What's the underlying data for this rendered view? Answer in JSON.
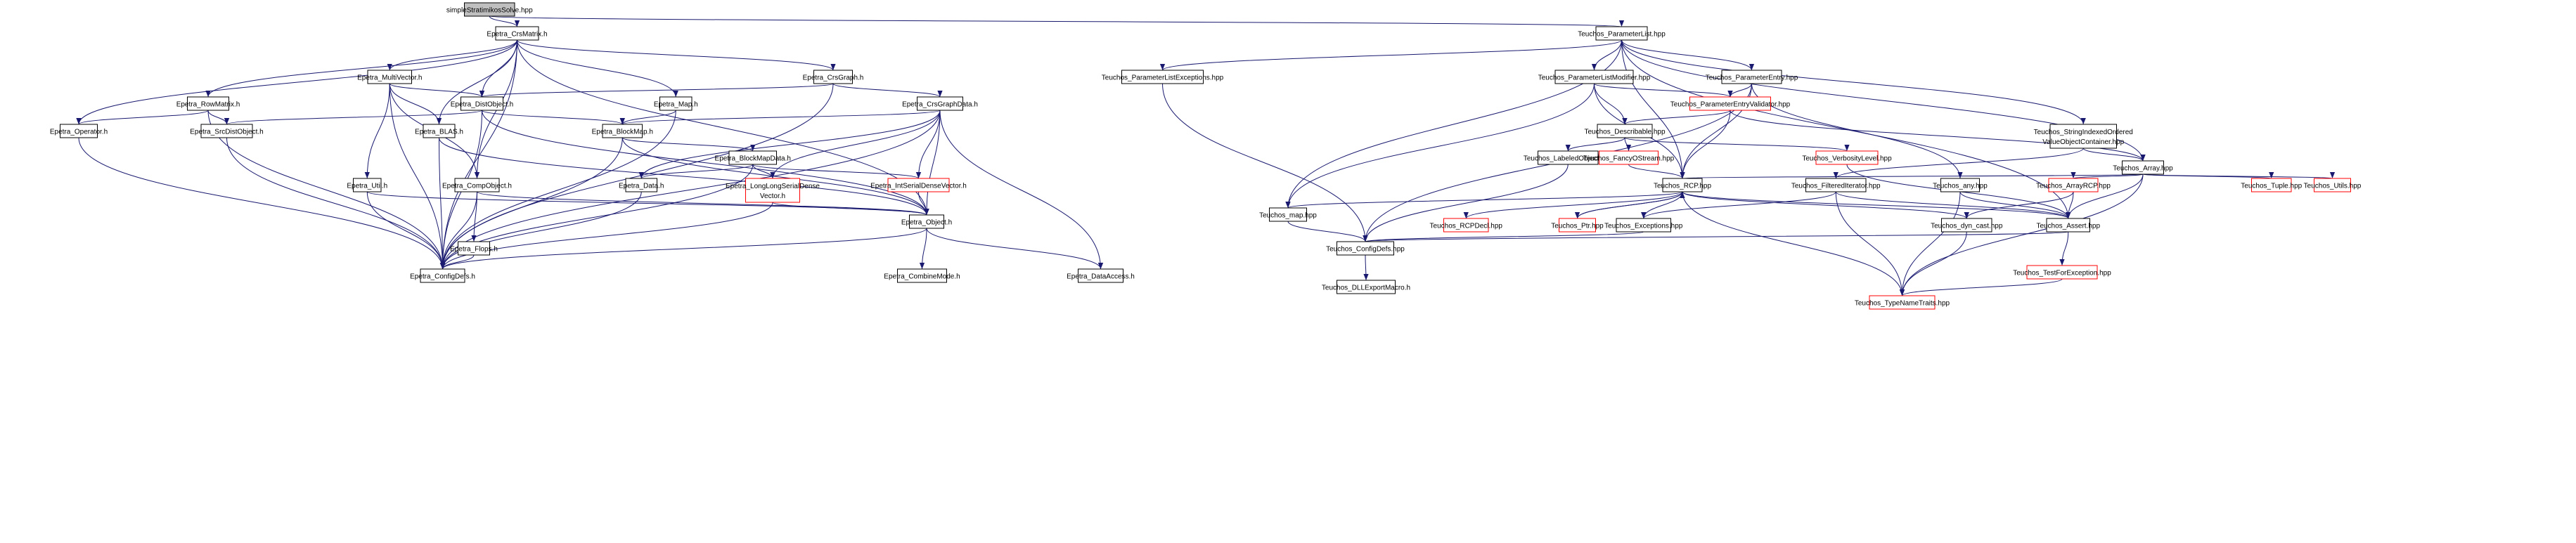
{
  "colors": {
    "edge": "#191970",
    "node_border": "#000000",
    "missing_border": "#ff0000",
    "root_fill": "#bfbfbf",
    "background": "#ffffff"
  },
  "nodes": {
    "root": {
      "label": "simpleStratimikosSolve.hpp"
    },
    "epetra_crsmatrix": {
      "label": "Epetra_CrsMatrix.h"
    },
    "teuchos_parameterlist": {
      "label": "Teuchos_ParameterList.hpp"
    },
    "epetra_multivector": {
      "label": "Epetra_MultiVector.h"
    },
    "epetra_crsgraph": {
      "label": "Epetra_CrsGraph.h"
    },
    "epetra_rowmatrix": {
      "label": "Epetra_RowMatrix.h"
    },
    "epetra_distobject": {
      "label": "Epetra_DistObject.h"
    },
    "epetra_map": {
      "label": "Epetra_Map.h"
    },
    "epetra_crsgraphdata": {
      "label": "Epetra_CrsGraphData.h"
    },
    "epetra_operator": {
      "label": "Epetra_Operator.h"
    },
    "epetra_srcdistobject": {
      "label": "Epetra_SrcDistObject.h"
    },
    "epetra_blas": {
      "label": "Epetra_BLAS.h"
    },
    "epetra_blockmap": {
      "label": "Epetra_BlockMap.h"
    },
    "epetra_blockmapdata": {
      "label": "Epetra_BlockMapData.h"
    },
    "epetra_util": {
      "label": "Epetra_Util.h"
    },
    "epetra_compobject": {
      "label": "Epetra_CompObject.h"
    },
    "epetra_data": {
      "label": "Epetra_Data.h"
    },
    "epetra_longlong": {
      "line1": "Epetra_LongLongSerialDense",
      "line2": "Vector.h"
    },
    "epetra_intserial": {
      "label": "Epetra_IntSerialDenseVector.h"
    },
    "epetra_object": {
      "label": "Epetra_Object.h"
    },
    "epetra_flops": {
      "label": "Epetra_Flops.h"
    },
    "epetra_configdefs": {
      "label": "Epetra_ConfigDefs.h"
    },
    "epetra_combinemode": {
      "label": "Epetra_CombineMode.h"
    },
    "epetra_dataaccess": {
      "label": "Epetra_DataAccess.h"
    },
    "teuchos_plexceptions": {
      "label": "Teuchos_ParameterListExceptions.hpp"
    },
    "teuchos_plmodifier": {
      "label": "Teuchos_ParameterListModifier.hpp"
    },
    "teuchos_paramentry": {
      "label": "Teuchos_ParameterEntry.hpp"
    },
    "teuchos_entryvalidator": {
      "label": "Teuchos_ParameterEntryValidator.hpp"
    },
    "teuchos_describable": {
      "label": "Teuchos_Describable.hpp"
    },
    "teuchos_stringindexed": {
      "line1": "Teuchos_StringIndexedOrdered",
      "line2": "ValueObjectContainer.hpp"
    },
    "teuchos_labeledobject": {
      "label": "Teuchos_LabeledObject.hpp"
    },
    "teuchos_fancyostream": {
      "label": "Teuchos_FancyOStream.hpp"
    },
    "teuchos_verbositylevel": {
      "label": "Teuchos_VerbosityLevel.hpp"
    },
    "teuchos_array": {
      "label": "Teuchos_Array.hpp"
    },
    "teuchos_filterediterator": {
      "label": "Teuchos_FilteredIterator.hpp"
    },
    "teuchos_any": {
      "label": "Teuchos_any.hpp"
    },
    "teuchos_arrayrcp": {
      "label": "Teuchos_ArrayRCP.hpp"
    },
    "teuchos_tuple": {
      "label": "Teuchos_Tuple.hpp"
    },
    "teuchos_utils": {
      "label": "Teuchos_Utils.hpp"
    },
    "teuchos_rcp": {
      "label": "Teuchos_RCP.hpp"
    },
    "teuchos_map": {
      "label": "Teuchos_map.hpp"
    },
    "teuchos_rcpdecl": {
      "label": "Teuchos_RCPDecl.hpp"
    },
    "teuchos_ptr": {
      "label": "Teuchos_Ptr.hpp"
    },
    "teuchos_exceptions": {
      "label": "Teuchos_Exceptions.hpp"
    },
    "teuchos_dyncast": {
      "label": "Teuchos_dyn_cast.hpp"
    },
    "teuchos_assert": {
      "label": "Teuchos_Assert.hpp"
    },
    "teuchos_configdefs": {
      "label": "Teuchos_ConfigDefs.hpp"
    },
    "teuchos_testforexception": {
      "label": "Teuchos_TestForException.hpp"
    },
    "teuchos_dllexport": {
      "label": "Teuchos_DLLExportMacro.h"
    },
    "teuchos_typenametraits": {
      "label": "Teuchos_TypeNameTraits.hpp"
    }
  }
}
